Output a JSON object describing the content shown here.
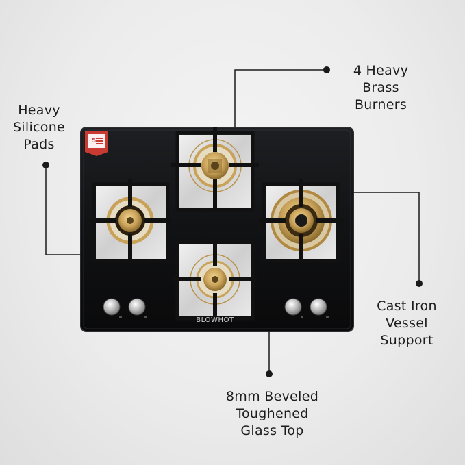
{
  "callouts": {
    "burners": [
      "4 Heavy",
      "Brass",
      "Burners"
    ],
    "pads": [
      "Heavy",
      "Silicone",
      "Pads"
    ],
    "support": [
      "Cast Iron",
      "Vessel",
      "Support"
    ],
    "glass": [
      "8mm Beveled",
      "Toughened",
      "Glass Top"
    ]
  },
  "product": {
    "brand_logo": "BLOWHOT",
    "warranty_badge_number": "5"
  },
  "colors": {
    "glass_top": "#111214",
    "callout_line": "#1a1a1a",
    "brass": "#c9a25a",
    "steel": "#d9d9d9"
  }
}
